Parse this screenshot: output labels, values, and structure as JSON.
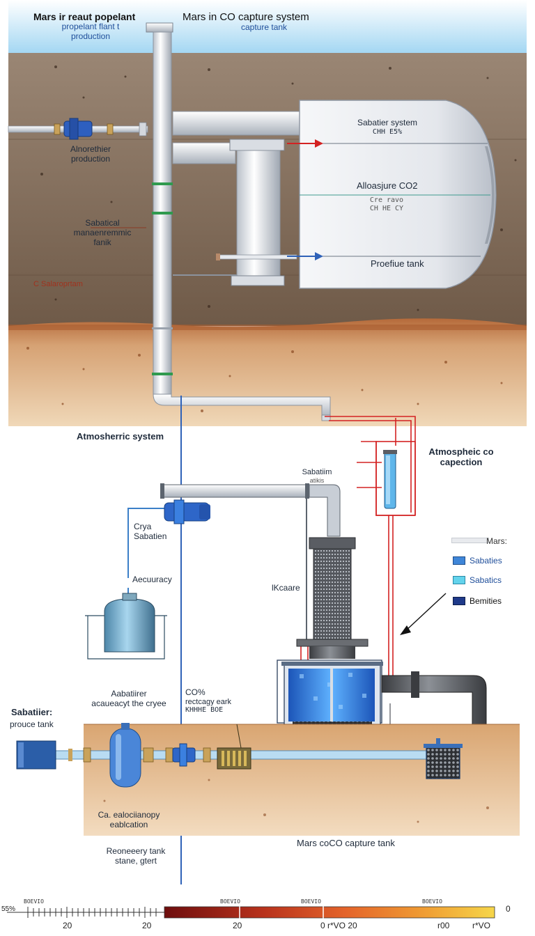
{
  "colors": {
    "sky": "#bfe3f5",
    "upper_ground": "#7e6a58",
    "lower_ground": "#d4a070",
    "pipe_gray": "#e6e9ee",
    "red_line": "#d32222",
    "blue_line": "#2f62b8",
    "tank_blue": "#3f86d8",
    "dark_pipe": "#5a5d63"
  },
  "top": {
    "title_left_line1": "Mars ir reaut popelant",
    "title_left_line2": "propelant flant t",
    "title_left_line3": "production",
    "title_right_line1": "Mars in CO capture system",
    "title_right_line2": "capture tank",
    "left_label_line1": "Alnorethier",
    "left_label_line2": "production",
    "middle_label_line1": "Sabatical",
    "middle_label_line2": "manaenremmic",
    "middle_label_line3": "fanik",
    "red_label": "C Salaroprtam",
    "tank_label_1_line1": "Sabatier system",
    "tank_label_1_line2": "CHH E5%",
    "tank_label_2": "Alloasjure CO2",
    "tank_label_3_line1": "Cre ravo",
    "tank_label_3_line2": "CH HE CY",
    "tank_label_4": "Proefiue tank"
  },
  "middle": {
    "atmospheric_system": "Atmosherric system",
    "atmospheric_co_line1": "Atmospheic co",
    "atmospheric_co_line2": "capection",
    "sabatier_top_line1": "Sabatiim",
    "sabatier_top_line2": "atikis",
    "crya_line1": "Crya",
    "crya_line2": "Sabatien",
    "accuracy": "Aecuuracy",
    "kcaare": "lKcaare"
  },
  "legend": {
    "items": [
      {
        "label": "Mars:",
        "color": "#e8eaee"
      },
      {
        "label": "Sabaties",
        "color": "#3f86d8"
      },
      {
        "label": "Sabatics",
        "color": "#63d3ec"
      },
      {
        "label": "Bemities",
        "color": "#1f3a8a"
      }
    ]
  },
  "bottom": {
    "sabatiier_line1": "Sabatiier:",
    "sabatiier_line2": "prouce tank",
    "aabatiirer_line1": "Aabatiirer",
    "aabatiirer_line2": "acaueacyt the cryee",
    "co_line1": "CO%",
    "co_line2": "rectcagy eark",
    "co_line3": "KHHHE BOE",
    "ca_line1": "Ca. ealociianopy",
    "ca_line2": "eablcation",
    "reoneery_line1": "Reoneeery tank",
    "reoneery_line2": "stane, gtert",
    "mars_capture": "Mars coCO capture tank"
  },
  "scale": {
    "left_pct": "55%",
    "right_value": "0",
    "top_ticks": [
      "BOEVIO",
      "BOEVIO",
      "BOEVIO",
      "BOEVIO"
    ],
    "bottom_ticks": [
      "20",
      "20",
      "20",
      "0 r*VO 20",
      "r00",
      "r*VO"
    ],
    "gradient_stops": [
      "#6e0e0e",
      "#b8321c",
      "#e4642a",
      "#f0a034",
      "#f6d64a"
    ]
  }
}
